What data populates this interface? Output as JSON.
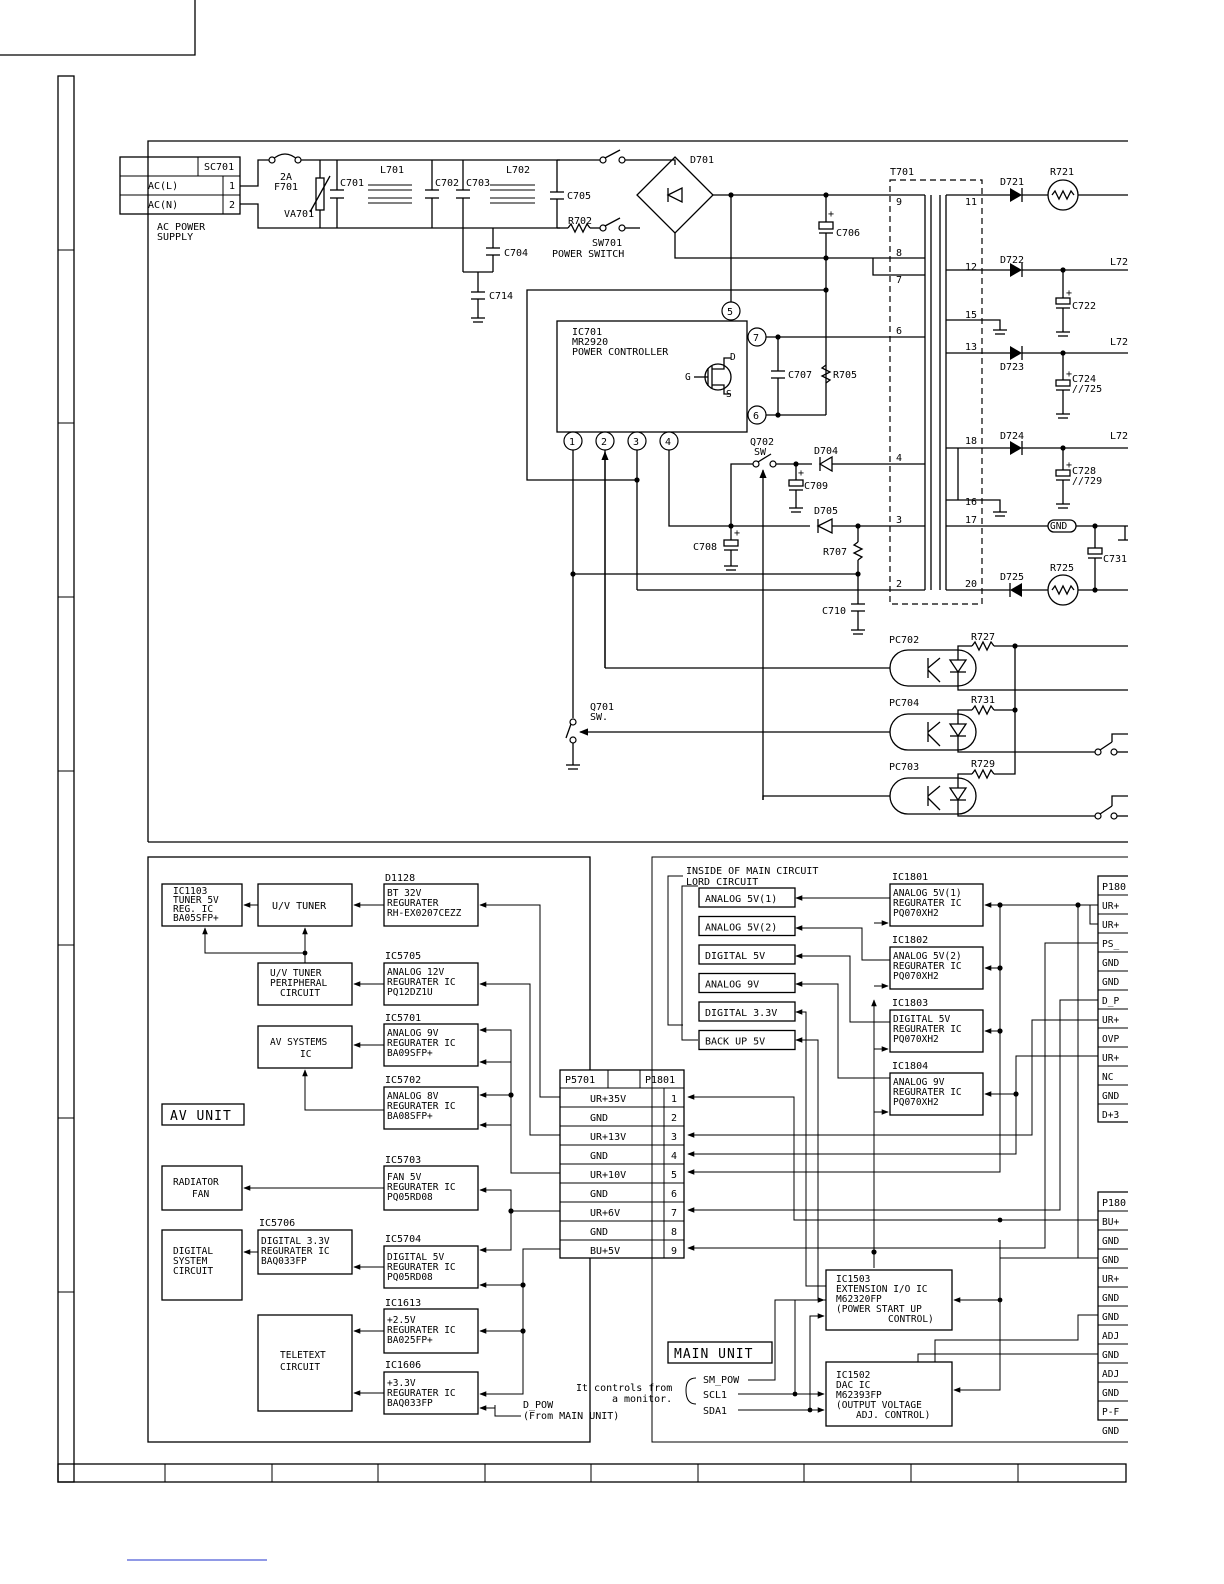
{
  "ac_input": {
    "connector": "SC701",
    "pins": [
      {
        "label": "AC(L)",
        "num": "1"
      },
      {
        "label": "AC(N)",
        "num": "2"
      }
    ],
    "caption": [
      "AC POWER",
      "SUPPLY"
    ]
  },
  "components": {
    "fuse_value": "2A",
    "fuse": "F701",
    "varistor": "VA701",
    "c701": "C701",
    "l701": "L701",
    "c702": "C702",
    "c703": "C703",
    "l702": "L702",
    "c704": "C704",
    "c714": "C714",
    "c705": "C705",
    "r702": "R702",
    "sw701": [
      "SW701",
      "POWER SWITCH"
    ],
    "d701": "D701",
    "c706": "C706",
    "transformer": "T701",
    "ic701": [
      "IC701",
      "MR2920",
      "POWER CONTROLLER"
    ],
    "c707": "C707",
    "r705": "R705",
    "q702": [
      "Q702",
      "SW"
    ],
    "d704": "D704",
    "c709": "C709",
    "d705": "D705",
    "c708": "C708",
    "r707": "R707",
    "c710": "C710",
    "q701": [
      "Q701",
      "SW."
    ],
    "pc702": "PC702",
    "pc704": "PC704",
    "pc703": "PC703",
    "r727": "R727",
    "r731": "R731",
    "r729": "R729",
    "d721": "D721",
    "r721": "R721",
    "d722": "D722",
    "c722": "C722",
    "d723": "D723",
    "c724": [
      "C724",
      "//725"
    ],
    "d724": "D724",
    "c728": [
      "C728",
      "//729"
    ],
    "gnd": "GND",
    "d725": "D725",
    "r725": "R725",
    "c731": "C731",
    "l72a": "L72",
    "l72b": "L72",
    "l72c": "L72"
  },
  "transformer_pins": {
    "primary": [
      "9",
      "8",
      "7",
      "6",
      "4",
      "3",
      "2"
    ],
    "secondary": [
      "11",
      "12",
      "15",
      "13",
      "18",
      "16",
      "17",
      "20"
    ]
  },
  "ic701_pins": [
    "5",
    "7",
    "6",
    "1",
    "2",
    "3",
    "4"
  ],
  "av_unit": {
    "label": "AV UNIT",
    "blocks": {
      "ic1103": [
        "IC1103",
        "TUNER 5V",
        "REG. IC",
        "BA05SFP+"
      ],
      "uv_tuner": "U/V TUNER",
      "d1128_ref": "D1128",
      "d1128": [
        "BT 32V",
        "REGURATER",
        "RH-EX0207CEZZ"
      ],
      "uv_periph": [
        "U/V TUNER",
        "PERIPHERAL",
        "CIRCUIT"
      ],
      "ic5705_ref": "IC5705",
      "ic5705": [
        "ANALOG 12V",
        "REGURATER IC",
        "PQ12DZ1U"
      ],
      "av_sys": [
        "AV SYSTEMS",
        "IC"
      ],
      "ic5701_ref": "IC5701",
      "ic5701": [
        "ANALOG 9V",
        "REGURATER IC",
        "BA09SFP+"
      ],
      "ic5702_ref": "IC5702",
      "ic5702": [
        "ANALOG 8V",
        "REGURATER IC",
        "BA08SFP+"
      ],
      "fan": [
        "RADIATOR",
        "FAN"
      ],
      "ic5703_ref": "IC5703",
      "ic5703": [
        "FAN 5V",
        "REGURATER IC",
        "PQ05RD08"
      ],
      "ic5706_ref": "IC5706",
      "ic5706": [
        "DIGITAL 3.3V",
        "REGURATER IC",
        "BAQ033FP"
      ],
      "dig_sys": [
        "DIGITAL",
        "SYSTEM",
        "CIRCUIT"
      ],
      "ic5704_ref": "IC5704",
      "ic5704": [
        "DIGITAL 5V",
        "REGURATER IC",
        "PQ05RD08"
      ],
      "teletext": [
        "TELETEXT",
        "CIRCUIT"
      ],
      "ic1613_ref": "IC1613",
      "ic1613": [
        "+2.5V",
        "REGURATER IC",
        "BA025FP+"
      ],
      "ic1606_ref": "IC1606",
      "ic1606": [
        "+3.3V",
        "REGURATER IC",
        "BAQ033FP"
      ]
    },
    "d_pow": [
      "D_POW",
      "(From MAIN UNIT)"
    ]
  },
  "connector": {
    "left": "P5701",
    "right": "P1801",
    "rows": [
      {
        "label": "UR+35V",
        "num": "1"
      },
      {
        "label": "GND",
        "num": "2"
      },
      {
        "label": "UR+13V",
        "num": "3"
      },
      {
        "label": "GND",
        "num": "4"
      },
      {
        "label": "UR+10V",
        "num": "5"
      },
      {
        "label": "GND",
        "num": "6"
      },
      {
        "label": "UR+6V",
        "num": "7"
      },
      {
        "label": "GND",
        "num": "8"
      },
      {
        "label": "BU+5V",
        "num": "9"
      }
    ]
  },
  "main_unit": {
    "label": "MAIN UNIT",
    "inside_note": [
      "INSIDE OF MAIN CIRCUIT",
      "LORD CIRCUIT"
    ],
    "loads": [
      "ANALOG 5V(1)",
      "ANALOG 5V(2)",
      "DIGITAL 5V",
      "ANALOG 9V",
      "DIGITAL 3.3V",
      "BACK UP 5V"
    ],
    "ic1801_ref": "IC1801",
    "ic1801": [
      "ANALOG 5V(1)",
      "REGURATER IC",
      "PQ070XH2"
    ],
    "ic1802_ref": "IC1802",
    "ic1802": [
      "ANALOG 5V(2)",
      "REGURATER IC",
      "PQ070XH2"
    ],
    "ic1803_ref": "IC1803",
    "ic1803": [
      "DIGITAL 5V",
      "REGURATER IC",
      "PQ070XH2"
    ],
    "ic1804_ref": "IC1804",
    "ic1804": [
      "ANALOG 9V",
      "REGURATER IC",
      "PQ070XH2"
    ],
    "ic1503": [
      "IC1503",
      "EXTENSION I/O IC",
      "M62320FP",
      "(POWER START UP",
      "CONTROL)"
    ],
    "ic1502": [
      "IC1502",
      "DAC IC",
      "M62393FP",
      "(OUTPUT VOLTAGE",
      "ADJ. CONTROL)"
    ],
    "monitor_note": [
      "It controls from",
      "a monitor."
    ],
    "signals": [
      "SM_POW",
      "SCL1",
      "SDA1"
    ]
  },
  "right_conn_a": {
    "title": "P180",
    "pins": [
      "UR+",
      "UR+",
      "PS_",
      "GND",
      "GND",
      "D_P",
      "UR+",
      "OVP",
      "UR+",
      "NC",
      "GND",
      "D+3"
    ]
  },
  "right_conn_b": {
    "title": "P180",
    "pins": [
      "BU+",
      "GND",
      "GND",
      "UR+",
      "GND",
      "GND",
      "ADJ",
      "GND",
      "ADJ",
      "GND",
      "P-F",
      "GND"
    ]
  }
}
